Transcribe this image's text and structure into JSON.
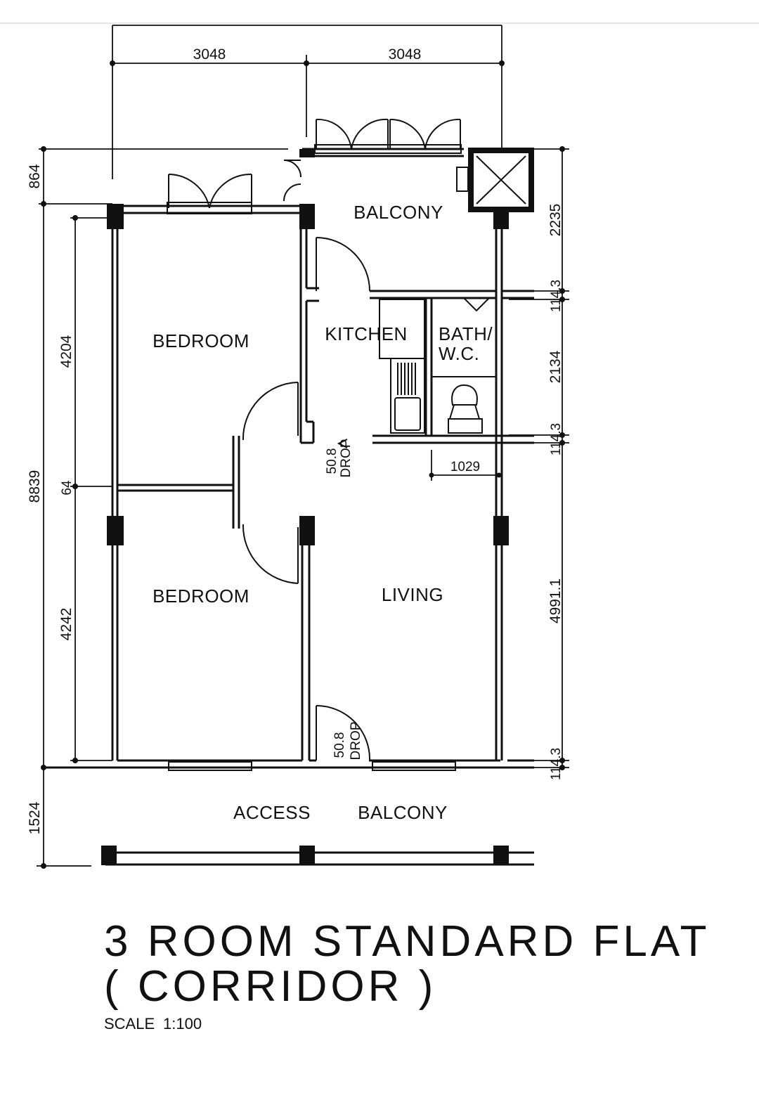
{
  "title": {
    "line1": "3 ROOM STANDARD FLAT",
    "line2": "( CORRIDOR )",
    "scale_label": "SCALE",
    "scale_value": "1:100"
  },
  "rooms": {
    "bedroom_top": "BEDROOM",
    "bedroom_bottom": "BEDROOM",
    "balcony": "BALCONY",
    "kitchen": "KITCHEN",
    "bath_line1": "BATH/",
    "bath_line2": "W.C.",
    "living": "LIVING",
    "access": "ACCESS",
    "access_balcony": "BALCONY"
  },
  "dimensions": {
    "top_left": "3048",
    "top_right": "3048",
    "left_864": "864",
    "left_8839": "8839",
    "left_1524": "1524",
    "inner_4204": "4204",
    "inner_64": "64",
    "inner_4242": "4242",
    "right_2235": "2235",
    "right_114_a": "114.3",
    "right_2134": "2134",
    "right_114_b": "114.3",
    "right_4991": "4991.1",
    "right_114_c": "114.3",
    "living_1029": "1029"
  },
  "annotations": {
    "drop_kitchen_value": "50.8",
    "drop_kitchen_label": "DROP",
    "drop_entry_value": "50.8",
    "drop_entry_label": "DROP"
  }
}
